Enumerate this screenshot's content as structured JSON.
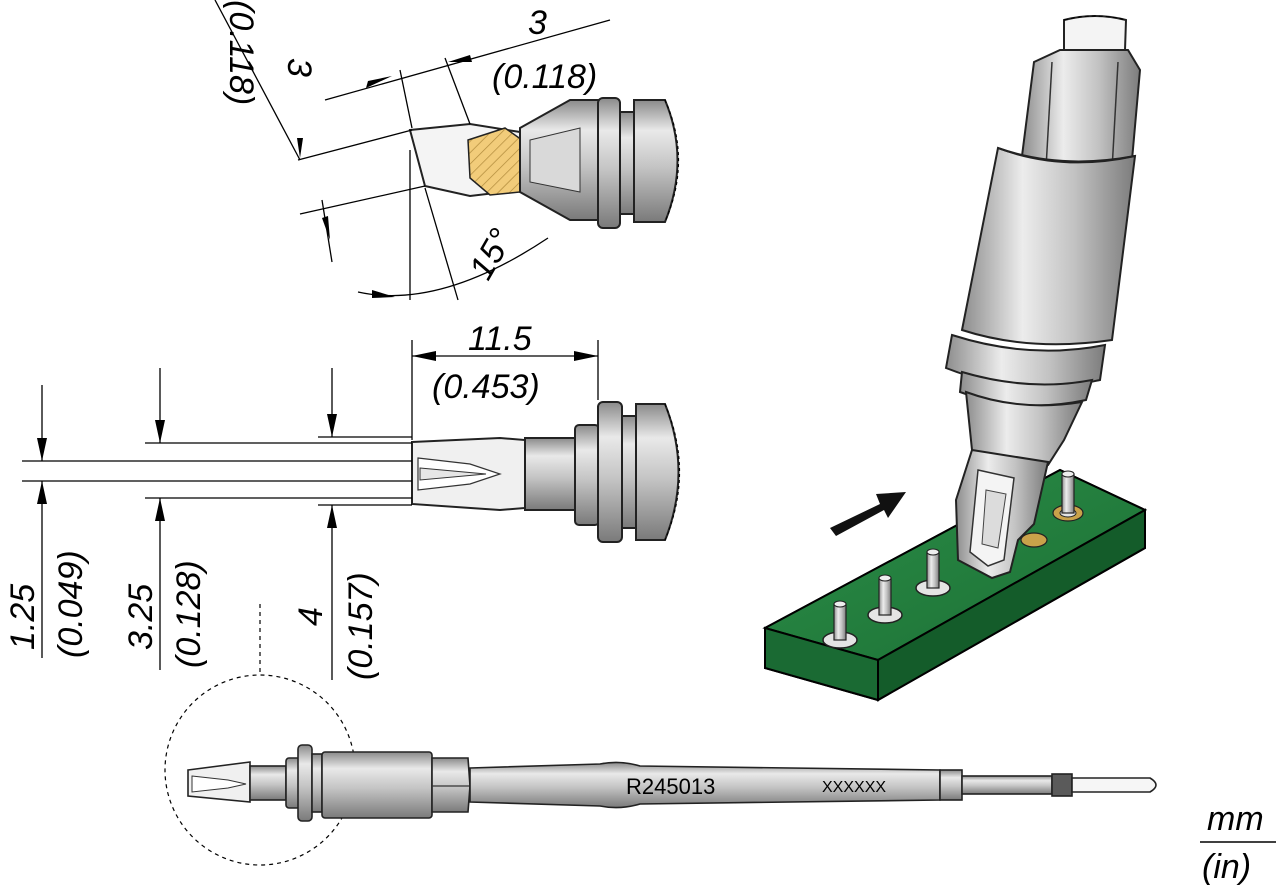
{
  "top_view": {
    "width_mm": "3",
    "width_in": "(0.118)",
    "height_mm": "3",
    "height_in": "(0.118)",
    "angle": "15°"
  },
  "side_view": {
    "length_mm": "11.5",
    "length_in": "(0.453)",
    "dims": [
      {
        "mm": "1.25",
        "in": "(0.049)"
      },
      {
        "mm": "3.25",
        "in": "(0.128)"
      },
      {
        "mm": "4",
        "in": "(0.157)"
      }
    ]
  },
  "cartridge": {
    "part_number": "R245013",
    "serial": "XXXXXX"
  },
  "units": {
    "top": "mm",
    "bottom": "(in)"
  },
  "colors": {
    "pcb": "#1e7a3a",
    "pcb_dark": "#125a28",
    "pad": "#c9a24a",
    "hatch": "#f2cc7a",
    "metal_light": "#e6e6e6",
    "metal_mid": "#b5b5b5",
    "metal_dark": "#6e6e6e"
  }
}
